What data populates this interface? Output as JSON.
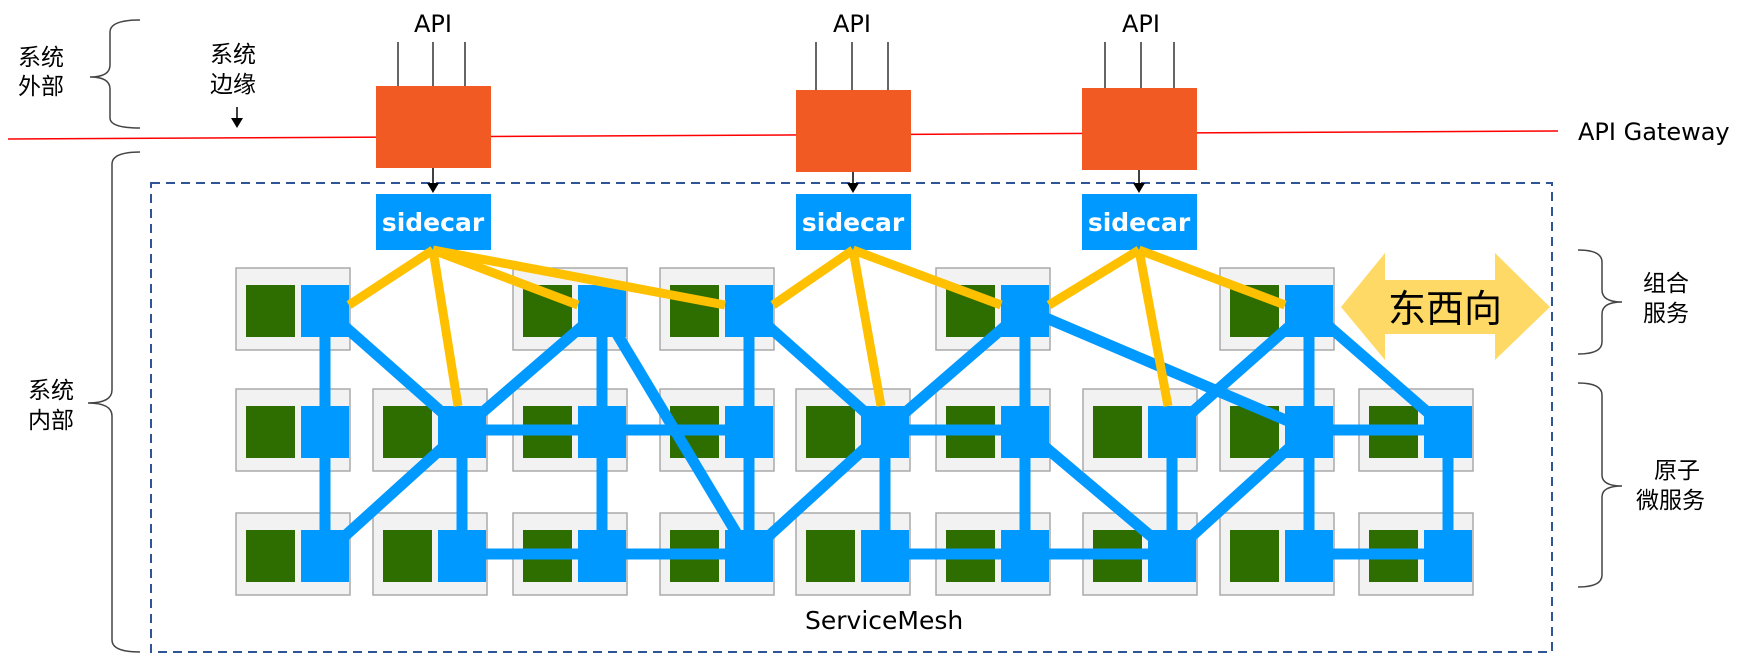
{
  "labels": {
    "outside_line1": "系统",
    "outside_line2": "外部",
    "edge_line1": "系统",
    "edge_line2": "边缘",
    "inside_line1": "系统",
    "inside_line2": "内部",
    "api_gateway": "API Gateway",
    "service_mesh": "ServiceMesh",
    "east_west": "东西向",
    "composite_line1": "组合",
    "composite_line2": "服务",
    "atomic_line1": "原子",
    "atomic_line2": "微服务"
  },
  "gateways": [
    {
      "api_label": "API",
      "sidecar_label": "sidecar"
    },
    {
      "api_label": "API",
      "sidecar_label": "sidecar"
    },
    {
      "api_label": "API",
      "sidecar_label": "sidecar"
    }
  ],
  "colors": {
    "gateway": "#f15a22",
    "sidecar": "#0099ff",
    "service_green": "#2e6e00",
    "cell_bg": "#f2f2f2",
    "cell_border": "#aaaaaa",
    "mesh_link": "#0099ff",
    "north_south_link": "#ffc000",
    "boundary_line": "#ff0000",
    "mesh_border": "#2f5597",
    "east_west_arrow": "#ffd966"
  },
  "nodes": {
    "rows": {
      "composite": [
        "c1",
        "c3",
        "c4",
        "c6",
        "c8"
      ],
      "atomic_upper": [
        "c1",
        "c2",
        "c3",
        "c4",
        "c5",
        "c6",
        "c7",
        "c8",
        "c9"
      ],
      "atomic_lower": [
        "c1",
        "c2",
        "c3",
        "c4",
        "c5",
        "c6",
        "c7",
        "c8",
        "c9"
      ]
    }
  },
  "mesh_links": [
    [
      "r1c1",
      "r2c1"
    ],
    [
      "r1c1",
      "r2c2"
    ],
    [
      "r2c1",
      "r3c1"
    ],
    [
      "r3c1",
      "r2c2"
    ],
    [
      "r2c2",
      "r1c3"
    ],
    [
      "r2c2",
      "r3c2"
    ],
    [
      "r2c2",
      "r2c3"
    ],
    [
      "r1c3",
      "r2c3"
    ],
    [
      "r1c3",
      "r3c4"
    ],
    [
      "r2c3",
      "r2c4"
    ],
    [
      "r2c3",
      "r3c3"
    ],
    [
      "r3c2",
      "r3c3"
    ],
    [
      "r3c3",
      "r3c4"
    ],
    [
      "r1c4",
      "r2c4"
    ],
    [
      "r1c4",
      "r2c5"
    ],
    [
      "r2c4",
      "r3c4"
    ],
    [
      "r3c4",
      "r2c5"
    ],
    [
      "r2c5",
      "r1c6"
    ],
    [
      "r2c5",
      "r2c6"
    ],
    [
      "r2c5",
      "r3c5"
    ],
    [
      "r3c5",
      "r3c6"
    ],
    [
      "r3c6",
      "r3c7"
    ],
    [
      "r1c6",
      "r2c6"
    ],
    [
      "r1c6",
      "r2c8"
    ],
    [
      "r2c6",
      "r3c6"
    ],
    [
      "r2c6",
      "r3c7"
    ],
    [
      "r2c7",
      "r1c8"
    ],
    [
      "r2c7",
      "r3c7"
    ],
    [
      "r3c7",
      "r2c8"
    ],
    [
      "r1c8",
      "r2c8"
    ],
    [
      "r1c8",
      "r2c9"
    ],
    [
      "r2c8",
      "r2c9"
    ],
    [
      "r2c8",
      "r3c8"
    ],
    [
      "r2c9",
      "r3c9"
    ],
    [
      "r3c8",
      "r3c9"
    ]
  ],
  "sidecar_links": [
    {
      "sidecar": 0,
      "targets": [
        "r1c1",
        "r1c3",
        "r1c4",
        "r2c2"
      ]
    },
    {
      "sidecar": 1,
      "targets": [
        "r1c4",
        "r1c6",
        "r2c5"
      ]
    },
    {
      "sidecar": 2,
      "targets": [
        "r1c6",
        "r1c8",
        "r2c7"
      ]
    }
  ]
}
